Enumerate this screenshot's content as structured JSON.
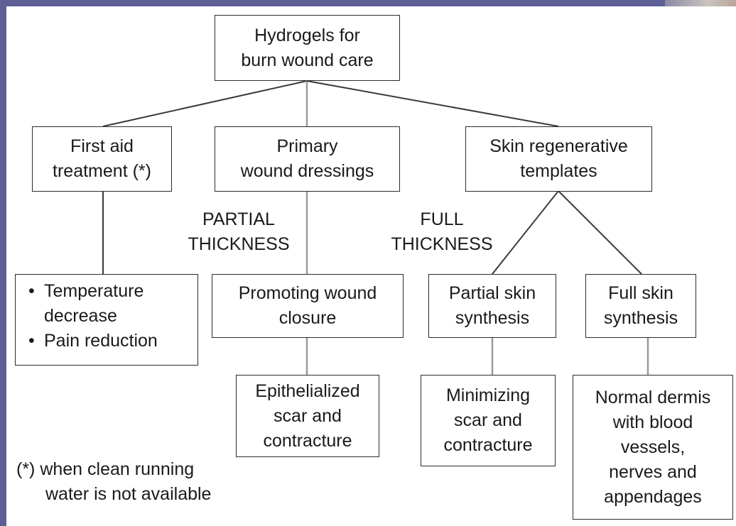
{
  "nodes": {
    "root": [
      "Hydrogels for",
      "burn wound care"
    ],
    "first_aid": [
      "First aid",
      "treatment (*)"
    ],
    "primary": [
      "Primary",
      "wound dressings"
    ],
    "skin_regen": [
      "Skin regenerative",
      "templates"
    ],
    "promoting": [
      "Promoting wound",
      "closure"
    ],
    "partial_skin": [
      "Partial skin",
      "synthesis"
    ],
    "full_skin": [
      "Full skin",
      "synthesis"
    ],
    "epithelialized": [
      "Epithelialized",
      "scar and",
      "contracture"
    ],
    "minimizing": [
      "Minimizing",
      "scar and",
      "contracture"
    ],
    "normal_dermis": [
      "Normal dermis",
      "with blood",
      "vessels,",
      "nerves and",
      "appendages"
    ]
  },
  "bullets": [
    "Temperature decrease",
    "Pain reduction"
  ],
  "bullet_symbol": "•",
  "labels": {
    "partial": [
      "PARTIAL",
      "THICKNESS"
    ],
    "full": [
      "FULL",
      "THICKNESS"
    ]
  },
  "footnote": [
    "(*) when clean running",
    "water is not available"
  ],
  "colors": {
    "border": "#5d5f95",
    "line": "#3a3a3a",
    "line_light": "#9a9a9a"
  }
}
